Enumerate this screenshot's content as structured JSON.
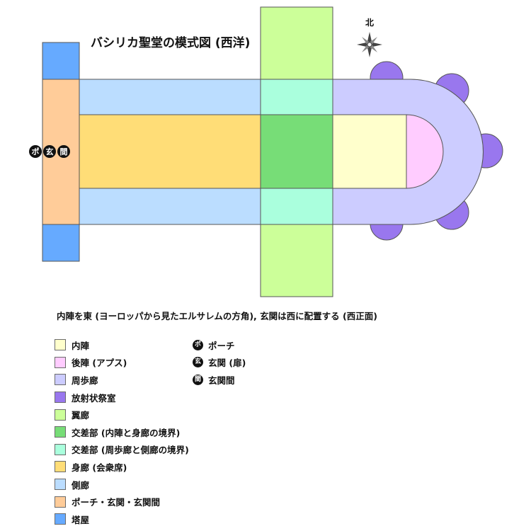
{
  "title": "バシリカ聖堂の模式図 (西洋)",
  "north_label": "北",
  "markers": [
    "ポ",
    "玄",
    "間"
  ],
  "caption": "内陣を東 (ヨーロッパから見たエルサレムの方角), 玄関は西に配置する (西正面)",
  "colors": {
    "sanctuary": "#ffffcc",
    "apse": "#ffccff",
    "ambulatory": "#ccccff",
    "chapels": "#9977ee",
    "transept": "#ccff99",
    "crossing_sanctuary": "#77dd77",
    "crossing_ambulatory": "#aaffdd",
    "nave": "#ffdd77",
    "aisle": "#bbddff",
    "porch": "#ffcc99",
    "tower": "#66aaff"
  },
  "legend": [
    {
      "key": "sanctuary",
      "label": "内陣",
      "color": "#ffffcc"
    },
    {
      "key": "apse",
      "label": "後陣 (アプス)",
      "color": "#ffccff"
    },
    {
      "key": "ambulatory",
      "label": "周歩廊",
      "color": "#ccccff"
    },
    {
      "key": "chapels",
      "label": "放射状祭室",
      "color": "#9977ee"
    },
    {
      "key": "transept",
      "label": "翼廊",
      "color": "#ccff99"
    },
    {
      "key": "crossing_sanctuary",
      "label": "交差部 (内陣と身廊の境界)",
      "color": "#77dd77"
    },
    {
      "key": "crossing_ambulatory",
      "label": "交差部 (周歩廊と側廊の境界)",
      "color": "#aaffdd"
    },
    {
      "key": "nave",
      "label": "身廊 (会衆席)",
      "color": "#ffdd77"
    },
    {
      "key": "aisle",
      "label": "側廊",
      "color": "#bbddff"
    },
    {
      "key": "porch",
      "label": "ポーチ・玄関・玄関間",
      "color": "#ffcc99"
    },
    {
      "key": "tower",
      "label": "塔屋",
      "color": "#66aaff"
    }
  ],
  "symbols": [
    {
      "mark": "ポ",
      "label": "ポーチ"
    },
    {
      "mark": "玄",
      "label": "玄関 (扉)"
    },
    {
      "mark": "間",
      "label": "玄関間"
    }
  ]
}
